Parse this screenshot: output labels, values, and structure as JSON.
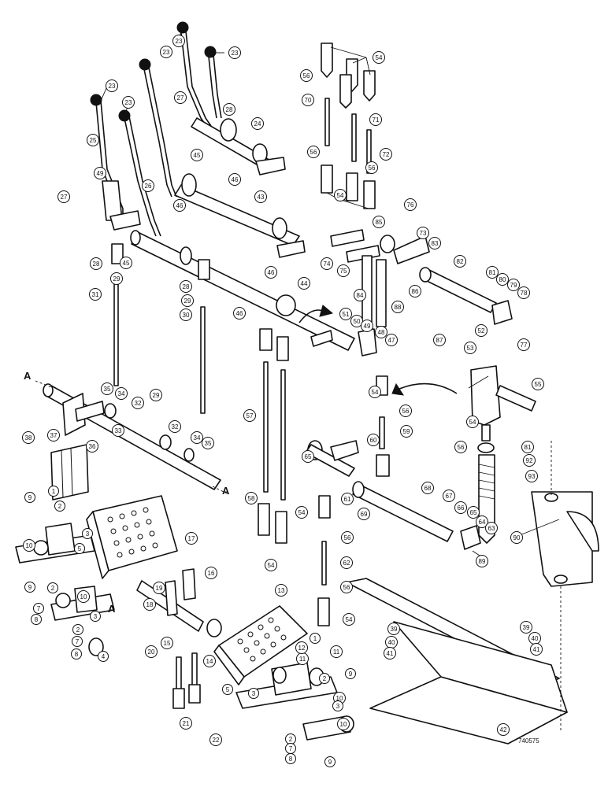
{
  "drawing": {
    "drawing_number": "740575",
    "section_letter": "A",
    "callouts": [
      {
        "id": "c23a",
        "label": "23"
      },
      {
        "id": "c23b",
        "label": "23"
      },
      {
        "id": "c23c",
        "label": "23"
      },
      {
        "id": "c23d",
        "label": "23"
      },
      {
        "id": "c23e",
        "label": "23"
      },
      {
        "id": "c25",
        "label": "25"
      },
      {
        "id": "c27a",
        "label": "27"
      },
      {
        "id": "c28a",
        "label": "28"
      },
      {
        "id": "c24",
        "label": "24"
      },
      {
        "id": "c45a",
        "label": "45"
      },
      {
        "id": "c46a",
        "label": "46"
      },
      {
        "id": "c49",
        "label": "49"
      },
      {
        "id": "c27b",
        "label": "27"
      },
      {
        "id": "c26",
        "label": "26"
      },
      {
        "id": "c46b",
        "label": "46"
      },
      {
        "id": "c43",
        "label": "43"
      },
      {
        "id": "c45b",
        "label": "45"
      },
      {
        "id": "c46c",
        "label": "46"
      },
      {
        "id": "c28b",
        "label": "28"
      },
      {
        "id": "c29a",
        "label": "29"
      },
      {
        "id": "c28c",
        "label": "28"
      },
      {
        "id": "c29b",
        "label": "29"
      },
      {
        "id": "c31",
        "label": "31"
      },
      {
        "id": "c30",
        "label": "30"
      },
      {
        "id": "c44",
        "label": "44"
      },
      {
        "id": "c46d",
        "label": "46"
      },
      {
        "id": "c56a",
        "label": "56"
      },
      {
        "id": "c56b",
        "label": "56"
      },
      {
        "id": "c54a",
        "label": "54"
      },
      {
        "id": "c70",
        "label": "70"
      },
      {
        "id": "c71",
        "label": "71"
      },
      {
        "id": "c72",
        "label": "72"
      },
      {
        "id": "c56c",
        "label": "56"
      },
      {
        "id": "c54b",
        "label": "54"
      },
      {
        "id": "c76",
        "label": "76"
      },
      {
        "id": "c85",
        "label": "85"
      },
      {
        "id": "c73",
        "label": "73"
      },
      {
        "id": "c74",
        "label": "74"
      },
      {
        "id": "c75",
        "label": "75"
      },
      {
        "id": "c83",
        "label": "83"
      },
      {
        "id": "c82",
        "label": "82"
      },
      {
        "id": "c84",
        "label": "84"
      },
      {
        "id": "c86",
        "label": "86"
      },
      {
        "id": "c88",
        "label": "88"
      },
      {
        "id": "c81a",
        "label": "81"
      },
      {
        "id": "c80",
        "label": "80"
      },
      {
        "id": "c79",
        "label": "79"
      },
      {
        "id": "c78",
        "label": "78"
      },
      {
        "id": "c77",
        "label": "77"
      },
      {
        "id": "c51",
        "label": "51"
      },
      {
        "id": "c50",
        "label": "50"
      },
      {
        "id": "c49b",
        "label": "49"
      },
      {
        "id": "c48",
        "label": "48"
      },
      {
        "id": "c47",
        "label": "47"
      },
      {
        "id": "c87",
        "label": "87"
      },
      {
        "id": "c52",
        "label": "52"
      },
      {
        "id": "c53",
        "label": "53"
      },
      {
        "id": "c55",
        "label": "55"
      },
      {
        "id": "c54c",
        "label": "54"
      },
      {
        "id": "c56d",
        "label": "56"
      },
      {
        "id": "c59",
        "label": "59"
      },
      {
        "id": "c54d",
        "label": "54"
      },
      {
        "id": "c56e",
        "label": "56"
      },
      {
        "id": "c57",
        "label": "57"
      },
      {
        "id": "c58",
        "label": "58"
      },
      {
        "id": "c54e",
        "label": "54"
      },
      {
        "id": "c60",
        "label": "60"
      },
      {
        "id": "c65",
        "label": "65"
      },
      {
        "id": "c61",
        "label": "61"
      },
      {
        "id": "c69",
        "label": "69"
      },
      {
        "id": "c68",
        "label": "68"
      },
      {
        "id": "c67",
        "label": "67"
      },
      {
        "id": "c66",
        "label": "66"
      },
      {
        "id": "c65b",
        "label": "65"
      },
      {
        "id": "c64",
        "label": "64"
      },
      {
        "id": "c63",
        "label": "63"
      },
      {
        "id": "c54f",
        "label": "54"
      },
      {
        "id": "c56f",
        "label": "56"
      },
      {
        "id": "c62",
        "label": "62"
      },
      {
        "id": "c56g",
        "label": "56"
      },
      {
        "id": "c54g",
        "label": "54"
      },
      {
        "id": "c81b",
        "label": "81"
      },
      {
        "id": "c92",
        "label": "92"
      },
      {
        "id": "c93",
        "label": "93"
      },
      {
        "id": "c90",
        "label": "90"
      },
      {
        "id": "c89",
        "label": "89"
      },
      {
        "id": "c35a",
        "label": "35"
      },
      {
        "id": "c34a",
        "label": "34"
      },
      {
        "id": "c29c",
        "label": "29"
      },
      {
        "id": "c32a",
        "label": "32"
      },
      {
        "id": "c32b",
        "label": "32"
      },
      {
        "id": "c34b",
        "label": "34"
      },
      {
        "id": "c35b",
        "label": "35"
      },
      {
        "id": "c33",
        "label": "33"
      },
      {
        "id": "c38",
        "label": "38"
      },
      {
        "id": "c37",
        "label": "37"
      },
      {
        "id": "c36",
        "label": "36"
      },
      {
        "id": "c9a",
        "label": "9"
      },
      {
        "id": "c1a",
        "label": "1"
      },
      {
        "id": "c2a",
        "label": "2"
      },
      {
        "id": "c10a",
        "label": "10"
      },
      {
        "id": "c3a",
        "label": "3"
      },
      {
        "id": "c5a",
        "label": "5"
      },
      {
        "id": "c9b",
        "label": "9"
      },
      {
        "id": "c2b",
        "label": "2"
      },
      {
        "id": "c10b",
        "label": "10"
      },
      {
        "id": "c7a",
        "label": "7"
      },
      {
        "id": "c8a",
        "label": "8"
      },
      {
        "id": "c3b",
        "label": "3"
      },
      {
        "id": "c2c",
        "label": "2"
      },
      {
        "id": "c7b",
        "label": "7"
      },
      {
        "id": "c8b",
        "label": "8"
      },
      {
        "id": "c4",
        "label": "4"
      },
      {
        "id": "c17",
        "label": "17"
      },
      {
        "id": "c16",
        "label": "16"
      },
      {
        "id": "c19",
        "label": "19"
      },
      {
        "id": "c18",
        "label": "18"
      },
      {
        "id": "c15",
        "label": "15"
      },
      {
        "id": "c14",
        "label": "14"
      },
      {
        "id": "c20",
        "label": "20"
      },
      {
        "id": "c21",
        "label": "21"
      },
      {
        "id": "c22",
        "label": "22"
      },
      {
        "id": "c13",
        "label": "13"
      },
      {
        "id": "c11",
        "label": "11"
      },
      {
        "id": "c1b",
        "label": "1"
      },
      {
        "id": "c12",
        "label": "12"
      },
      {
        "id": "c11b",
        "label": "11"
      },
      {
        "id": "c9c",
        "label": "9"
      },
      {
        "id": "c2d",
        "label": "2"
      },
      {
        "id": "c5b",
        "label": "5"
      },
      {
        "id": "c3c",
        "label": "3"
      },
      {
        "id": "c10c",
        "label": "10"
      },
      {
        "id": "c3d",
        "label": "3"
      },
      {
        "id": "c10d",
        "label": "10"
      },
      {
        "id": "c2e",
        "label": "2"
      },
      {
        "id": "c7c",
        "label": "7"
      },
      {
        "id": "c8c",
        "label": "8"
      },
      {
        "id": "c9d",
        "label": "9"
      },
      {
        "id": "c39a",
        "label": "39"
      },
      {
        "id": "c40a",
        "label": "40"
      },
      {
        "id": "c41a",
        "label": "41"
      },
      {
        "id": "c39b",
        "label": "39"
      },
      {
        "id": "c40b",
        "label": "40"
      },
      {
        "id": "c41b",
        "label": "41"
      },
      {
        "id": "c42",
        "label": "42"
      }
    ]
  }
}
